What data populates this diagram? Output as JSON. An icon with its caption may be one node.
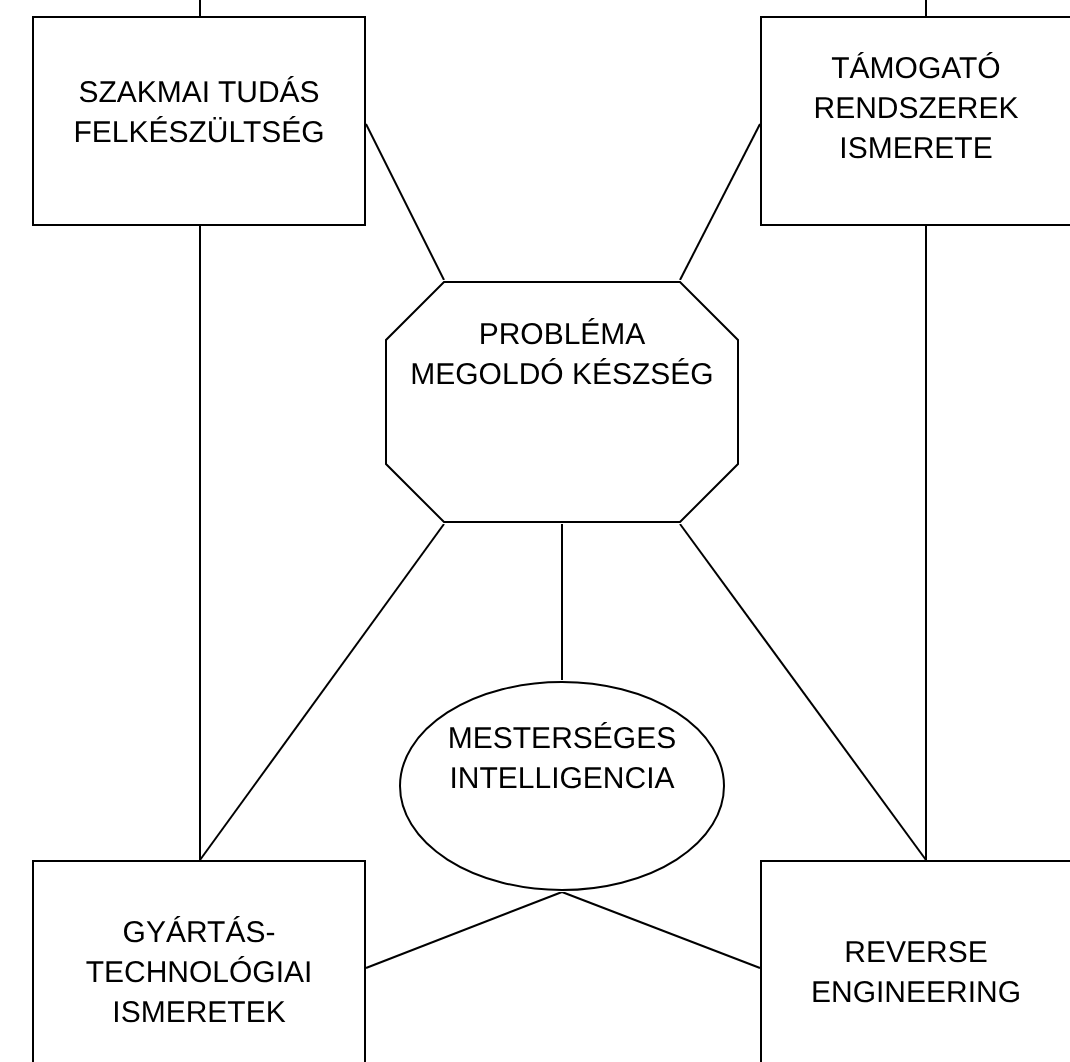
{
  "diagram": {
    "nodes": [
      {
        "text": [
          "SZAKMAI TUDÁS FELKÉSZÜLTSÉG"
        ]
      },
      {
        "text": [
          "TÁMOGATÓ RENDSZEREK ISMERETE"
        ]
      },
      {
        "text": [
          "PROBLÉMA MEGOLDÓ KÉSZSÉG"
        ]
      },
      {
        "text": [
          "MESTERSÉGES INTELLIGENCIA"
        ]
      },
      {
        "text": [
          "GYÁRTÁS- TECHNOLÓGIAI ISMERETEK"
        ]
      },
      {
        "text": [
          "REVERSE ENGINEERING"
        ]
      }
    ],
    "edges": [
      {
        "from": null,
        "to": 0,
        "arrow": "none"
      },
      {
        "from": null,
        "to": 1,
        "arrow": "none"
      },
      {
        "from": 0,
        "to": 2,
        "arrow": "none"
      },
      {
        "from": 1,
        "to": 2,
        "arrow": "none"
      },
      {
        "from": 0,
        "to": 4,
        "arrow": "none"
      },
      {
        "from": 1,
        "to": 5,
        "arrow": "none"
      },
      {
        "from": 2,
        "to": 4,
        "arrow": "none"
      },
      {
        "from": 2,
        "to": 3,
        "arrow": "none"
      },
      {
        "from": 2,
        "to": 5,
        "arrow": "none"
      },
      {
        "from": 3,
        "to": 4,
        "arrow": "none"
      },
      {
        "from": 3,
        "to": 5,
        "arrow": "none"
      }
    ]
  }
}
